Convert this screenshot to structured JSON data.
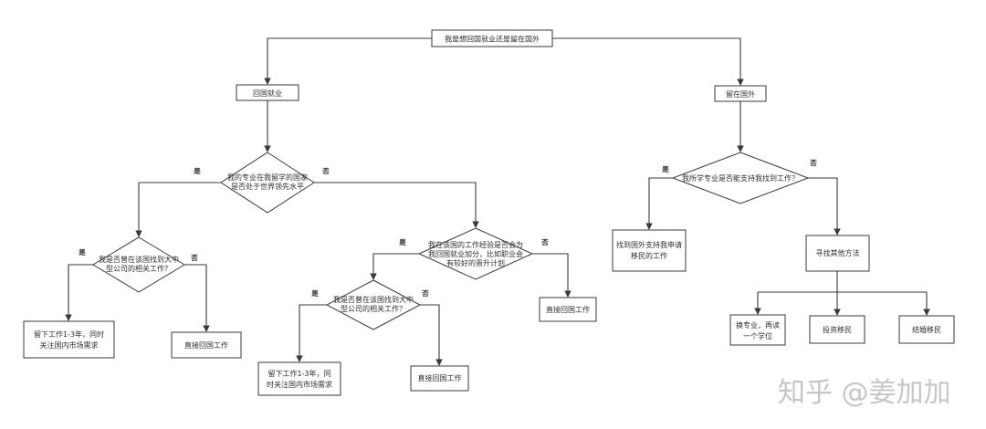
{
  "nodes": {
    "start": "我是想回国就业还是留在国外",
    "return_home": "回国就业",
    "stay_abroad": "留在国外",
    "q_major": [
      "我的专业在我留学的国家",
      "是否处于世界领先水平"
    ],
    "q_job_a": [
      "我是否曾在该国找到大中",
      "型公司的相关工作？"
    ],
    "stay_work_a": [
      "留下工作1-3年，同时",
      "关注国内市场需求"
    ],
    "return_work_a": "直接回国工作",
    "q_experience": [
      "我在该国的工作经验是否会为",
      "我回国就业加分，比如职业会",
      "有较好的晋升计划"
    ],
    "return_work_b": "直接回国工作",
    "q_job_b": [
      "我是否曾在该国找到大中",
      "型公司的相关工作？"
    ],
    "stay_work_b": [
      "留下工作1-3年，同",
      "时关注国内市场需求"
    ],
    "return_work_c": "直接回国工作",
    "q_support": "我所学专业是否能支持我找到工作？",
    "find_employer": [
      "找到国外支持我申请",
      "移民的工作"
    ],
    "other_ways": "寻找其他方法",
    "change_major": [
      "换专业，再读",
      "一个学位"
    ],
    "invest": "投资移民",
    "marriage": "结婚移民"
  },
  "labels": {
    "yes": "是",
    "no": "否"
  },
  "watermark": "知乎 @姜加加",
  "colors": {
    "line": "#3a3a3a",
    "text": "#2e2e2e",
    "watermark": "#c6c6c6",
    "background": "#ffffff"
  }
}
